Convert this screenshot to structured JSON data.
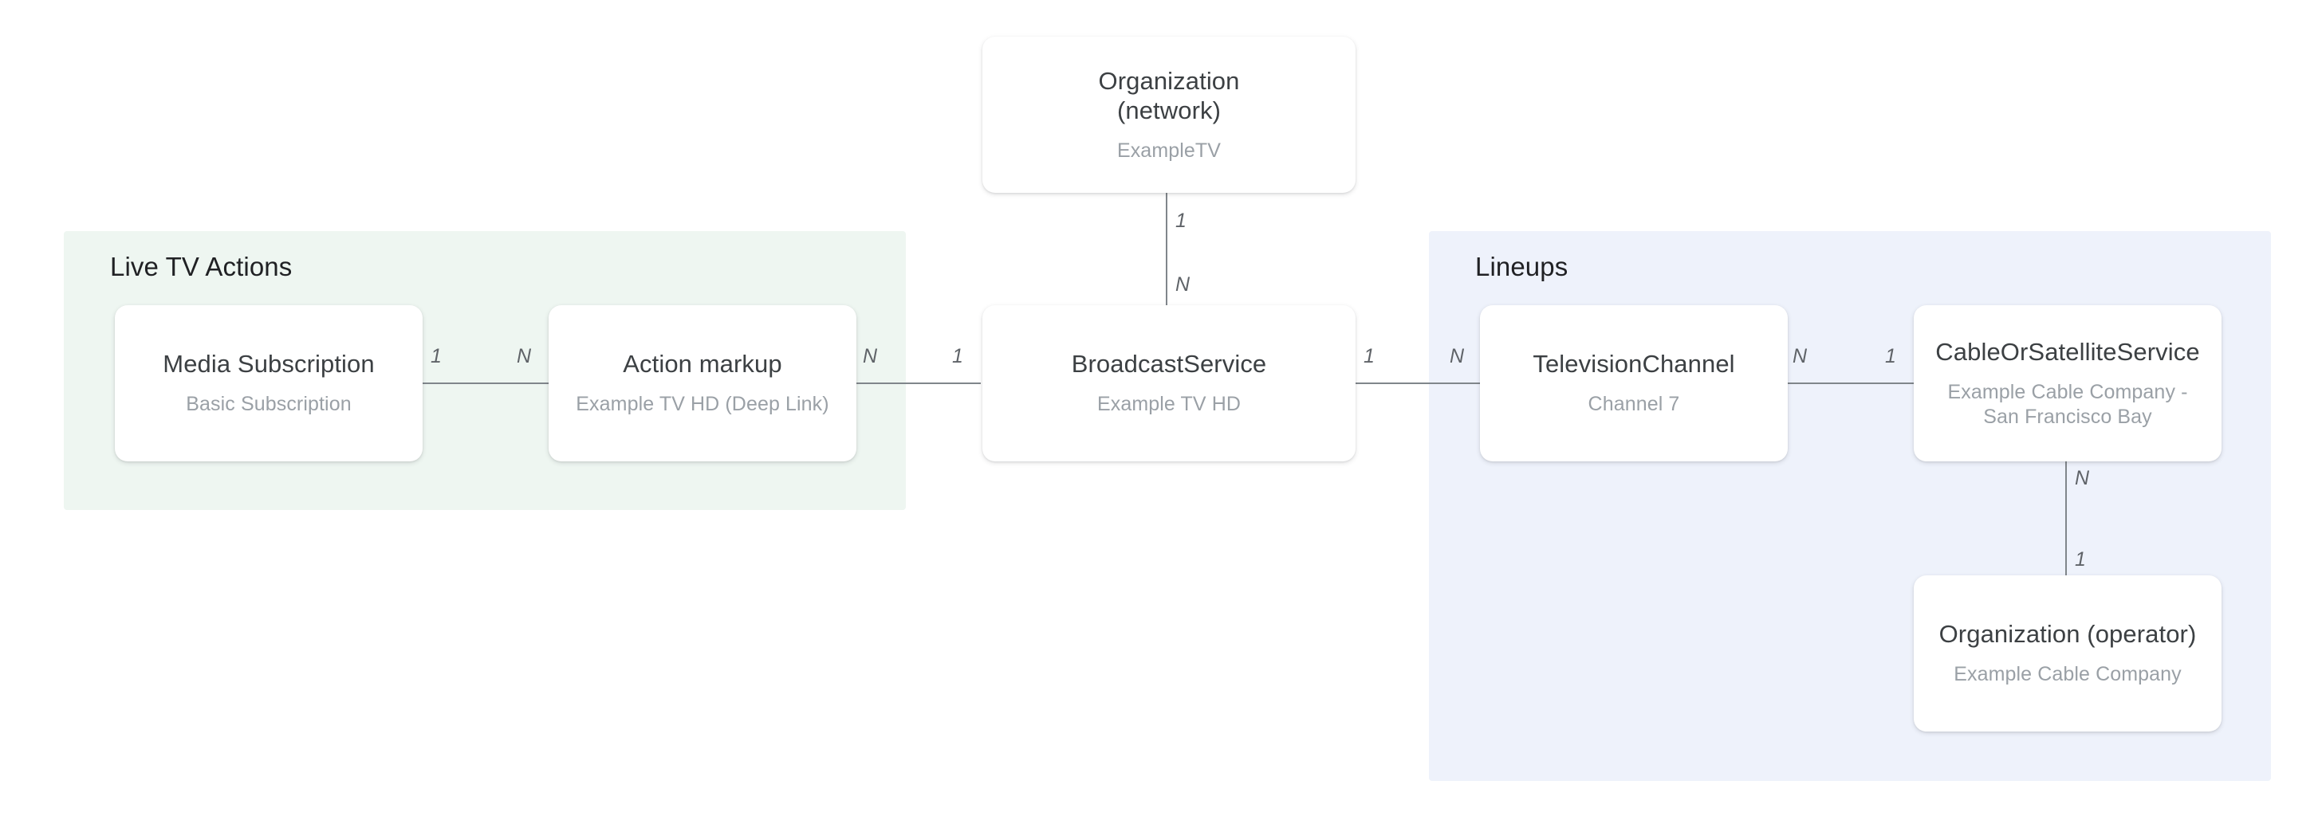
{
  "diagram": {
    "title_hidden": "",
    "colors": {
      "group_green_bg": "#eef6f1",
      "group_blue_bg": "#eef2fb",
      "card_bg": "#ffffff",
      "card_title": "#3c4043",
      "card_subtitle": "#9aa0a6",
      "edge": "#80868b",
      "multiplicity": "#5f6368",
      "group_title": "#202124"
    }
  },
  "groups": [
    {
      "id": "live-tv-actions",
      "label": "Live TV Actions",
      "accent": "#eef6f1"
    },
    {
      "id": "lineups",
      "label": "Lineups",
      "accent": "#eef2fb"
    }
  ],
  "nodes": [
    {
      "id": "organization-network",
      "title": "Organization\n(network)",
      "subtitle": "ExampleTV"
    },
    {
      "id": "media-subscription",
      "title": "Media Subscription",
      "subtitle": "Basic Subscription"
    },
    {
      "id": "action-markup",
      "title": "Action markup",
      "subtitle": "Example TV HD (Deep Link)"
    },
    {
      "id": "broadcast-service",
      "title": "BroadcastService",
      "subtitle": "Example TV HD"
    },
    {
      "id": "television-channel",
      "title": "TelevisionChannel",
      "subtitle": "Channel 7"
    },
    {
      "id": "cable-or-satellite-service",
      "title": "CableOrSatelliteService",
      "subtitle": "Example Cable Company -\nSan Francisco Bay"
    },
    {
      "id": "organization-operator",
      "title": "Organization (operator)",
      "subtitle": "Example Cable Company"
    }
  ],
  "edges": [
    {
      "id": "org-network-to-broadcast",
      "from": "organization-network",
      "to": "broadcast-service",
      "from_label": "1",
      "to_label": "N",
      "orientation": "vertical"
    },
    {
      "id": "media-sub-to-action-markup",
      "from": "media-subscription",
      "to": "action-markup",
      "from_label": "1",
      "to_label": "N",
      "orientation": "horizontal"
    },
    {
      "id": "action-markup-to-broadcast",
      "from": "action-markup",
      "to": "broadcast-service",
      "from_label": "N",
      "to_label": "1",
      "orientation": "horizontal"
    },
    {
      "id": "broadcast-to-tv-channel",
      "from": "broadcast-service",
      "to": "television-channel",
      "from_label": "1",
      "to_label": "N",
      "orientation": "horizontal"
    },
    {
      "id": "tv-channel-to-cable-service",
      "from": "television-channel",
      "to": "cable-or-satellite-service",
      "from_label": "N",
      "to_label": "1",
      "orientation": "horizontal"
    },
    {
      "id": "cable-service-to-org-operator",
      "from": "cable-or-satellite-service",
      "to": "organization-operator",
      "from_label": "N",
      "to_label": "1",
      "orientation": "vertical"
    }
  ]
}
